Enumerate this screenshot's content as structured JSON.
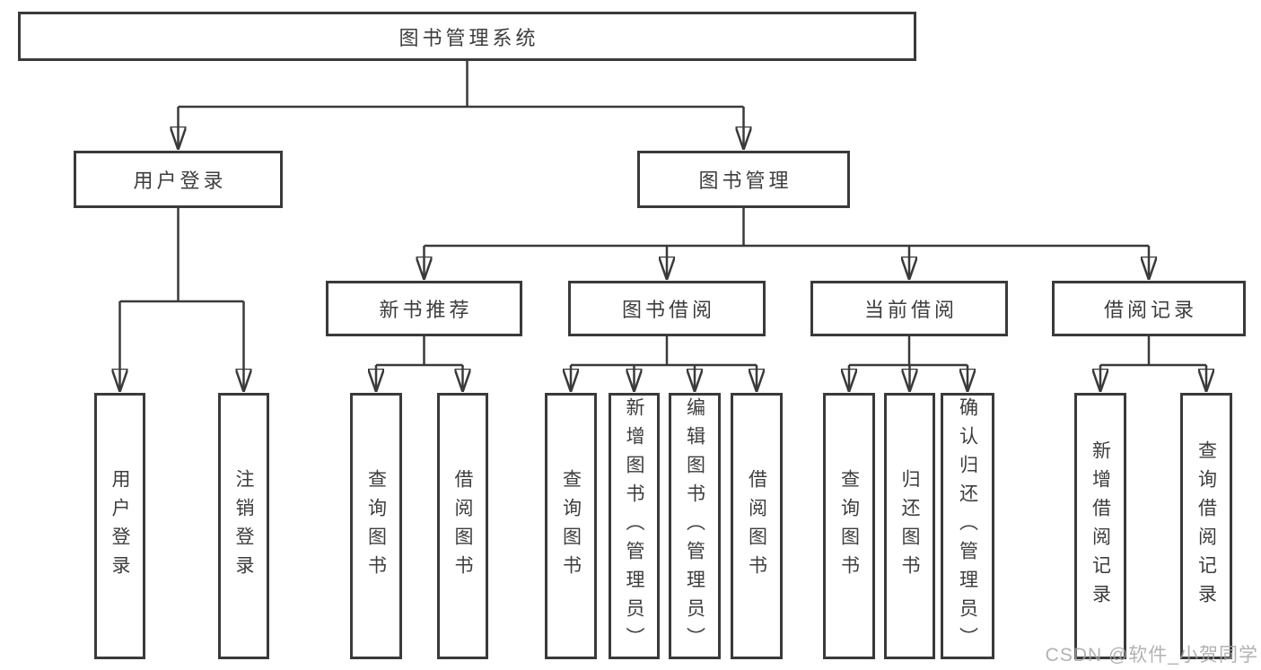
{
  "colors": {
    "line": "#3a3a3a",
    "text": "#3d3d3d",
    "background": "#ffffff",
    "watermark": "#a4a4a4"
  },
  "diagram": {
    "root": {
      "label": "图书管理系统"
    },
    "level2": [
      {
        "label": "用户登录"
      },
      {
        "label": "图书管理"
      }
    ],
    "level3": [
      {
        "label": "新书推荐"
      },
      {
        "label": "图书借阅"
      },
      {
        "label": "当前借阅"
      },
      {
        "label": "借阅记录"
      }
    ],
    "leaves": {
      "login": [
        {
          "label": "用户登录"
        },
        {
          "label": "注销登录"
        }
      ],
      "recommend": [
        {
          "label": "查询图书"
        },
        {
          "label": "借阅图书"
        }
      ],
      "borrow": [
        {
          "label": "查询图书"
        },
        {
          "label": "新增图书（管理员）"
        },
        {
          "label": "编辑图书（管理员）"
        },
        {
          "label": "借阅图书"
        }
      ],
      "current": [
        {
          "label": "查询图书"
        },
        {
          "label": "归还图书"
        },
        {
          "label": "确认归还（管理员）"
        }
      ],
      "records": [
        {
          "label": "新增借阅记录"
        },
        {
          "label": "查询借阅记录"
        }
      ]
    }
  },
  "watermark": {
    "text": "CSDN @软件_小贺同学"
  }
}
